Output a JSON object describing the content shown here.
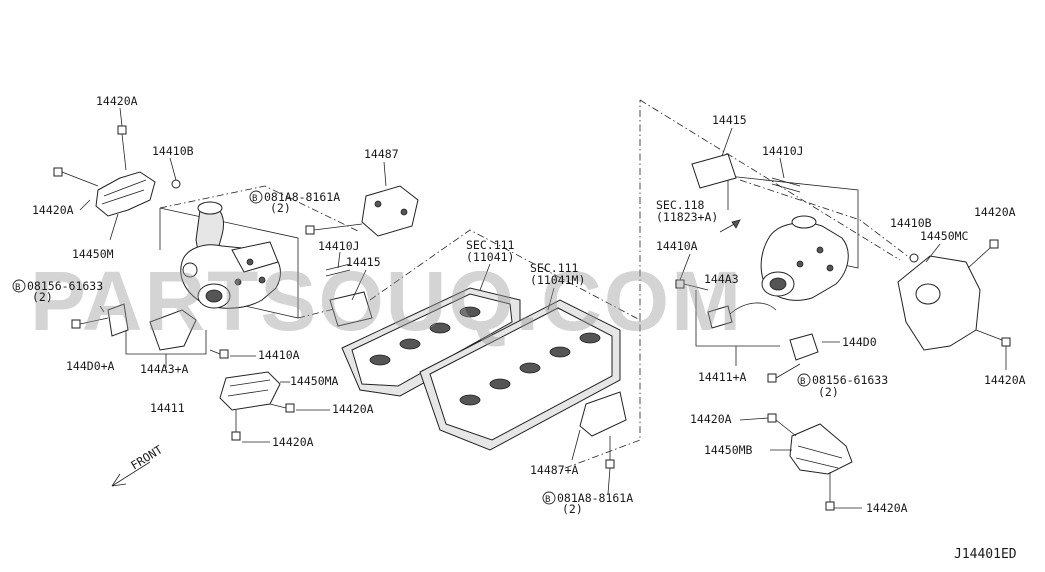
{
  "watermark": "PARTSOUQ.COM",
  "drawing_code": "J14401ED",
  "front_label": "FRONT",
  "callouts": {
    "p14420A_1": "14420A",
    "p14410B_1": "14410B",
    "p14420A_2": "14420A",
    "p14450M": "14450M",
    "b08156_1": "08156-61633",
    "b08156_1_qty": "(2)",
    "p144D0A": "144D0+A",
    "p144A3A": "144A3+A",
    "p14411": "14411",
    "p14410A_1": "14410A",
    "p14450MA": "14450MA",
    "p14420A_3": "14420A",
    "p14420A_4": "14420A",
    "b081A8_1": "081A8-8161A",
    "b081A8_1_qty": "(2)",
    "p14487": "14487",
    "p14410J_1": "14410J",
    "p14415_1": "14415",
    "sec111a": "SEC.111",
    "sec111a_ref": "(11041)",
    "sec111b": "SEC.111",
    "sec111b_ref": "(11041M)",
    "p14487A": "14487+A",
    "b081A8_2": "081A8-8161A",
    "b081A8_2_qty": "(2)",
    "p14415_2": "14415",
    "p14410J_2": "14410J",
    "sec118": "SEC.118",
    "sec118_ref": "(11823+A)",
    "p14410A_2": "14410A",
    "p144A3": "144A3",
    "p14410B_2": "14410B",
    "p14450MC": "14450MC",
    "p14420A_5": "14420A",
    "p144D0": "144D0",
    "p14411A": "14411+A",
    "b08156_2": "08156-61633",
    "b08156_2_qty": "(2)",
    "p14420A_6": "14420A",
    "p14420A_7": "14420A",
    "p14450MB": "14450MB",
    "p14420A_8": "14420A"
  },
  "bolt_marker": "B"
}
